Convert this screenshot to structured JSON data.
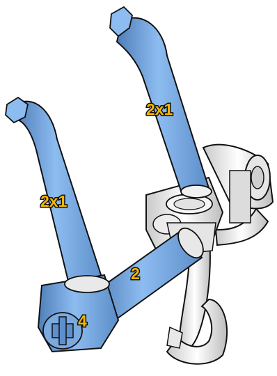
{
  "callouts": {
    "upper_tube": "2x1",
    "left_tube": "2x1",
    "cross_axle": "2",
    "connector": "4"
  },
  "colors": {
    "part_blue": "#7fb0e6",
    "part_blue_dark": "#4f7fb8",
    "part_white": "#f2f2f2",
    "part_grey": "#b8b8b8",
    "label_yellow": "#f7b500",
    "outline": "#111111"
  }
}
